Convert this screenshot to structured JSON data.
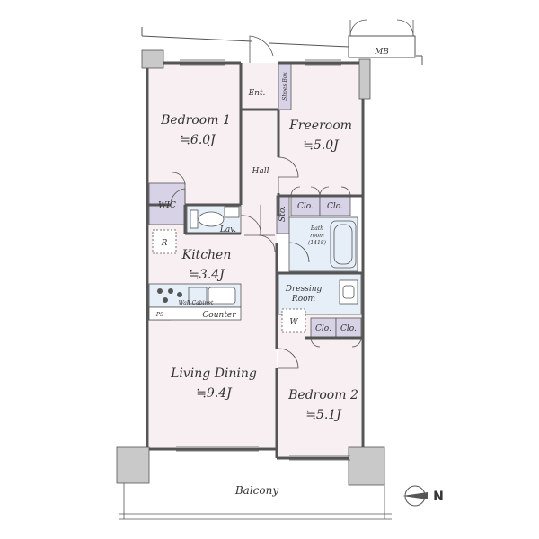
{
  "rooms": {
    "bedroom1": {
      "name": "Bedroom 1",
      "size": "≒6.0J"
    },
    "freeroom": {
      "name": "Freeroom",
      "size": "≒5.0J"
    },
    "kitchen": {
      "name": "Kitchen",
      "size": "≒3.4J"
    },
    "living": {
      "name": "Living Dining",
      "size": "≒9.4J"
    },
    "bedroom2": {
      "name": "Bedroom 2",
      "size": "≒5.1J"
    },
    "dressing": {
      "line1": "Dressing",
      "line2": "Room"
    },
    "bath": {
      "line1": "Bath",
      "line2": "room",
      "line3": "(1418)"
    }
  },
  "labels": {
    "mb": "MB",
    "ent": "Ent.",
    "shoes_box": "Shoes Box",
    "hall": "Hall",
    "wic": "WIC",
    "sto": "Sto.",
    "lav": "Lav.",
    "r": "R",
    "clo": "Clo.",
    "ps": "PS",
    "counter": "Counter",
    "wall_cabinet": "Wall Cabinet",
    "w": "W",
    "balcony": "Balcony",
    "north": "N"
  },
  "colors": {
    "wall": "#555555",
    "pillar": "#c9c9c9",
    "room_fill": "#f7eff1",
    "storage_fill": "#d8d2e6",
    "fixture_fill": "#e6eef8",
    "line": "#555555"
  }
}
